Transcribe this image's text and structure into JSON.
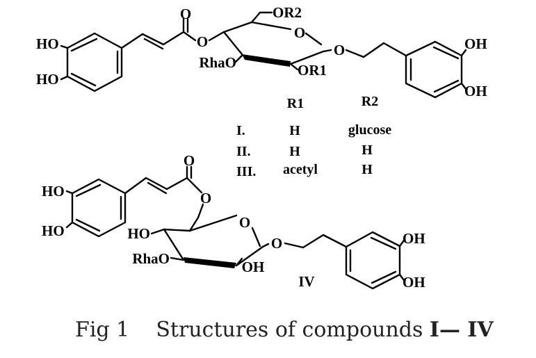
{
  "structure_1": {
    "labels": {
      "carbonyl_o": "O",
      "ester_o": "O",
      "ring_o": "O",
      "glycosidic_o": "O",
      "or2": "OR2",
      "rhao": "RhaO",
      "or1": "OR1",
      "ho_top": "HO",
      "ho_bottom": "HO",
      "oh_top": "OH",
      "oh_bottom": "OH"
    }
  },
  "substituent_table": {
    "columns": [
      "R1",
      "R2"
    ],
    "rows": [
      {
        "compound": "I.",
        "r1": "H",
        "r2": "glucose"
      },
      {
        "compound": "II.",
        "r1": "H",
        "r2": "H"
      },
      {
        "compound": "III.",
        "r1": "acetyl",
        "r2": "H"
      }
    ]
  },
  "structure_2": {
    "labels": {
      "carbonyl_o": "O",
      "ester_o": "O",
      "ring_o": "O",
      "glycosidic_o": "O",
      "ho_sugar": "HO",
      "rhao": "RhaO",
      "oh_sugar": "OH",
      "ho_top": "HO",
      "ho_bottom": "HO",
      "oh_top": "OH",
      "oh_bottom": "OH",
      "compound_label": "IV"
    }
  },
  "caption": {
    "prefix": "Fig 1    Structures of compounds ",
    "compounds": "I— IV"
  }
}
